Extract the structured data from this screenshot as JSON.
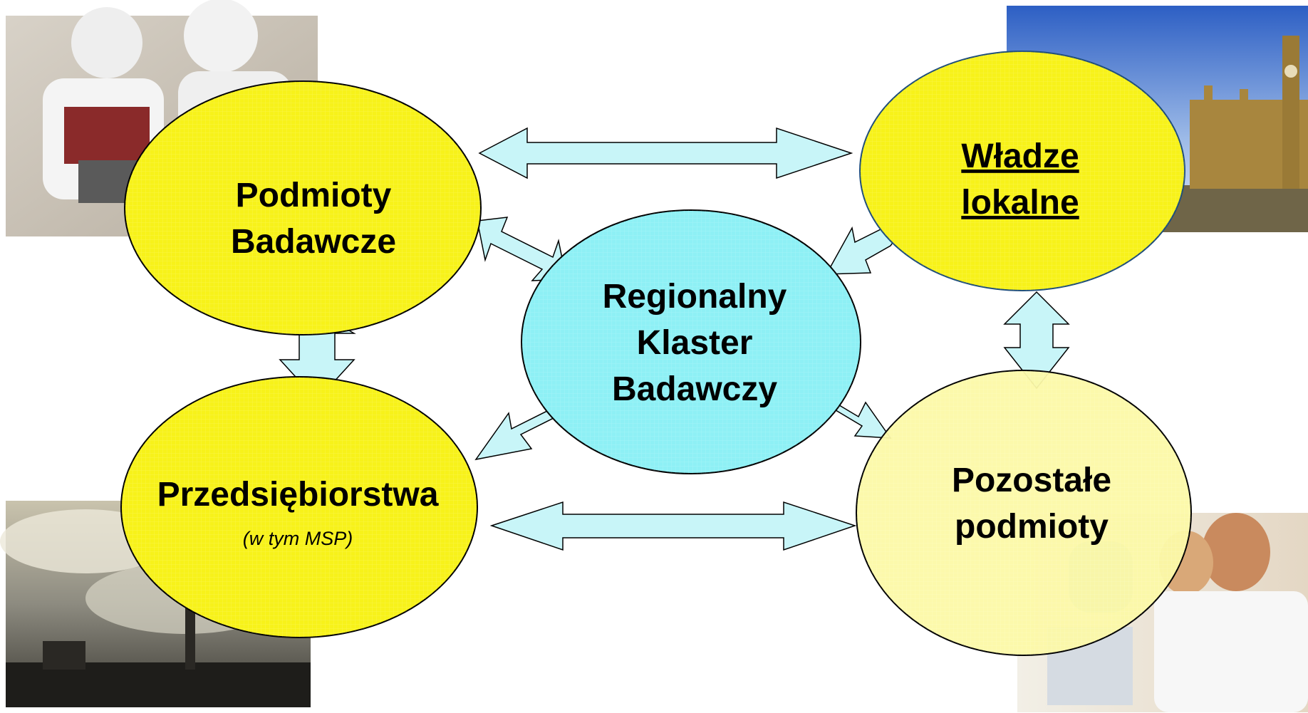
{
  "colors": {
    "yellow": "#f7f21a",
    "pale_yellow": "#fcf9a6",
    "cyan": "#8ef0f5",
    "arrow_fill": "#c8f5f8",
    "outline": "#000000",
    "outline_blue": "#1f4e79"
  },
  "nodes": {
    "research": {
      "line1": "Podmioty",
      "line2": "Badawcze"
    },
    "authorities": {
      "line1": "Władze",
      "line2": "lokalne"
    },
    "cluster": {
      "line1": "Regionalny",
      "line2": "Klaster",
      "line3": "Badawczy"
    },
    "enterprises": {
      "line1": "Przedsiębiorstwa",
      "sub": "(w tym MSP)"
    },
    "others": {
      "line1": "Pozostałe",
      "line2": "podmioty"
    }
  },
  "photos": {
    "lab": "lab-workers-photo",
    "parliament": "parliament-building-photo",
    "industry": "industrial-smoke-photo",
    "office": "office-meeting-photo"
  }
}
